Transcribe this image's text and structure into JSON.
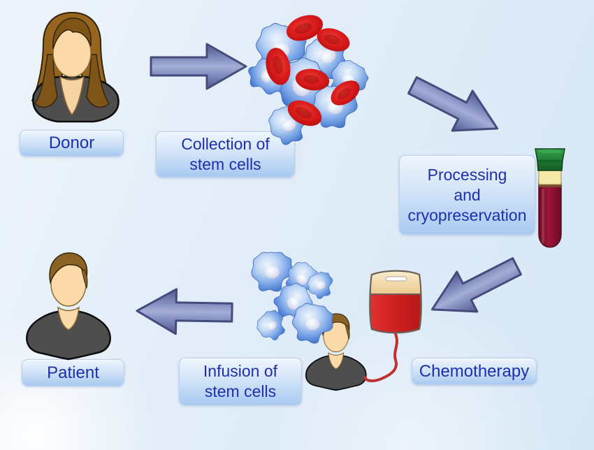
{
  "labels": {
    "donor": "Donor",
    "collection_line1": "Collection of",
    "collection_line2": "stem cells",
    "processing_line1": "Processing",
    "processing_line2": "and",
    "processing_line3": "cryopreservation",
    "chemotherapy": "Chemotherapy",
    "infusion_line1": "Infusion of",
    "infusion_line2": "stem cells",
    "patient": "Patient"
  },
  "icons": {
    "donor_figure": "female-donor-icon",
    "patient_figure": "male-patient-icon",
    "chemo_patient_figure": "patient-head-icon",
    "stem_cell_cluster": "stem-cells-with-red-blood-cells-icon",
    "infused_stem_cells": "stem-cells-icon",
    "test_tube": "cryopreservation-test-tube-icon",
    "blood_bag": "iv-blood-bag-icon",
    "arrow": "flow-arrow-icon"
  },
  "colors": {
    "background_light": "#eef4fb",
    "background_blue": "#d6e7f6",
    "label_text": "#1e2fad",
    "label_box_top": "#eef5fd",
    "label_box_bottom": "#a8c9f1",
    "arrow_fill_light": "#a3aed6",
    "arrow_fill_dark": "#50568a",
    "stem_cell_blue": "#4a7cd0",
    "red_blood_cell": "#c51212",
    "tube_blood": "#8e1030",
    "tube_plasma": "#f7e9a8",
    "tube_cap_green": "#1f7a33",
    "bag_red": "#cf2020",
    "bag_cream": "#f2ddae",
    "skin": "#fbd9a9",
    "hair_brown": "#8a5c1d",
    "shirt_gray": "#4e4e4e"
  }
}
